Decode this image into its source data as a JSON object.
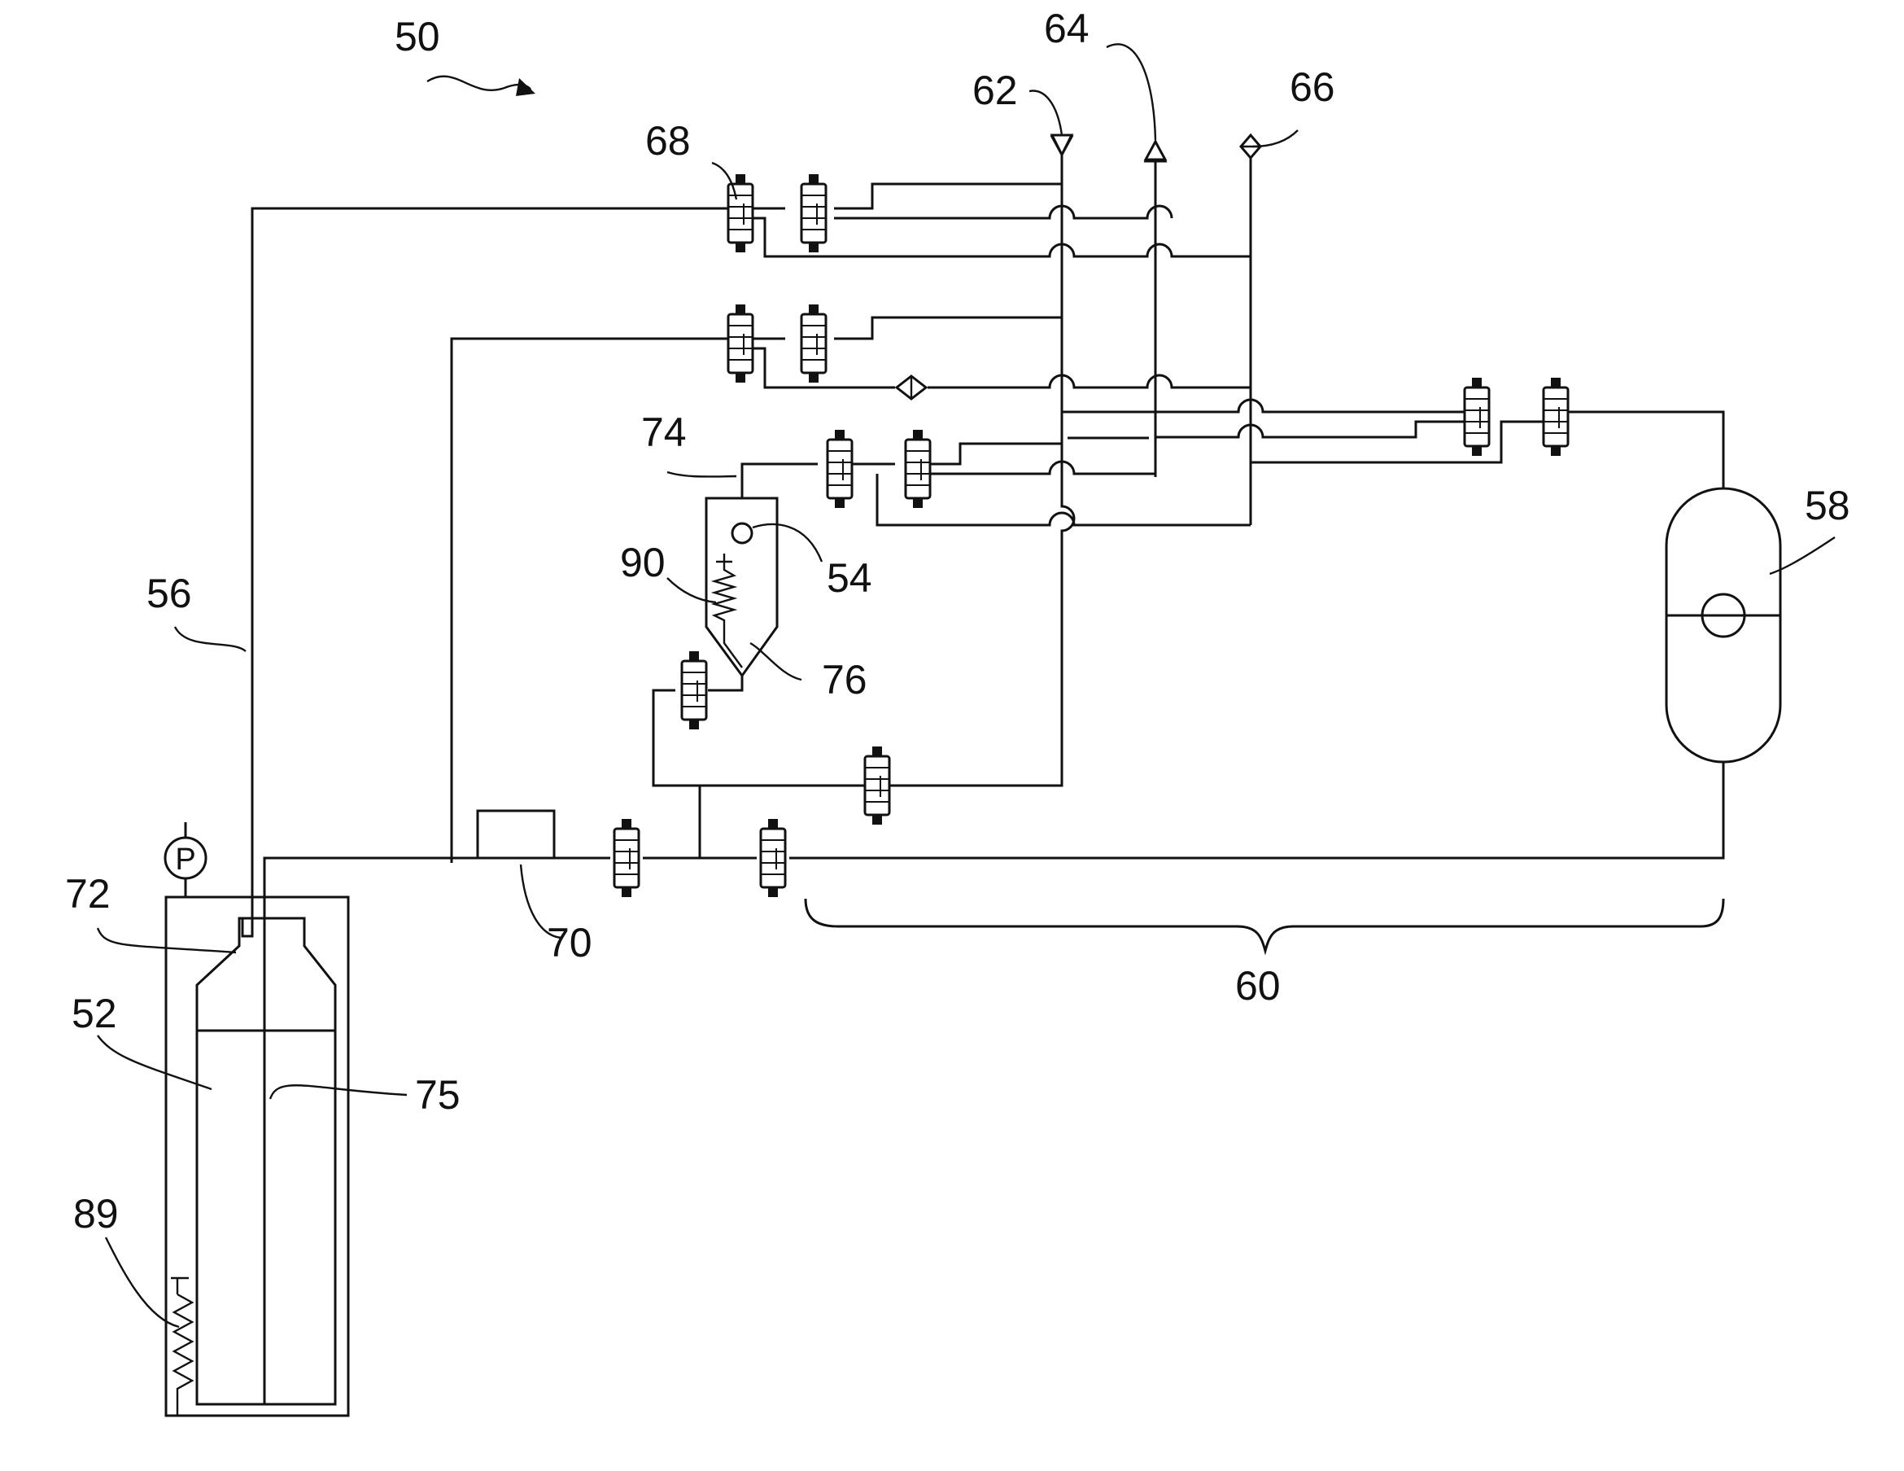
{
  "figure": {
    "reference_numerals": {
      "system": "50",
      "vessel": "52",
      "valve_54": "54",
      "line_56": "56",
      "chamber_58": "58",
      "bracket_60": "60",
      "port_62": "62",
      "port_64": "64",
      "port_66": "66",
      "valve_68": "68",
      "block_70": "70",
      "dip_tube_72": "72",
      "line_74": "74",
      "tube_75": "75",
      "housing_76": "76",
      "heater_89": "89",
      "heater_90": "90"
    },
    "gauge_label": "P"
  }
}
